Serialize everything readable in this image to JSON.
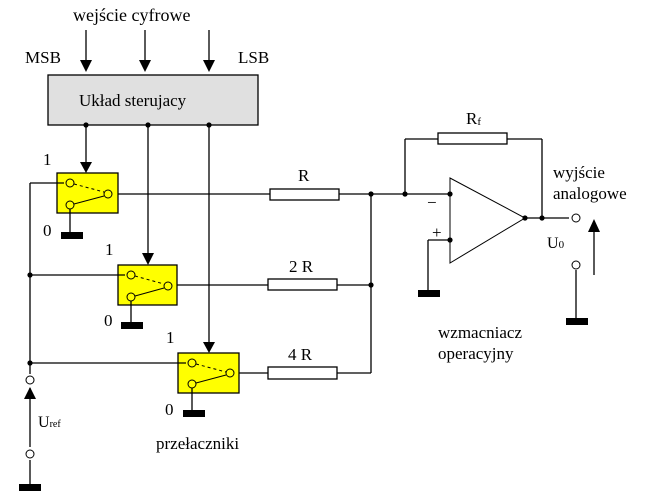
{
  "labels": {
    "digital_input": "wejście cyfrowe",
    "msb": "MSB",
    "lsb": "LSB",
    "control_unit": "Układ sterujacy",
    "r1": "R",
    "r2": "2 R",
    "r3": "4 R",
    "rf_main": "R",
    "rf_sub": "f",
    "analog_out_1": "wyjście",
    "analog_out_2": "analogowe",
    "u0_main": "U",
    "u0_sub": "0",
    "opamp_1": "wzmacniacz",
    "opamp_2": "operacyjny",
    "uref_main": "U",
    "uref_sub": "ref",
    "switches": "przełaczniki",
    "minus": "−",
    "plus": "+",
    "sw1_one": "1",
    "sw1_zero": "0",
    "sw2_one": "1",
    "sw2_zero": "0",
    "sw3_one": "1",
    "sw3_zero": "0"
  },
  "colors": {
    "switch_fill": "#ffff00",
    "control_fill": "#e0e0e0",
    "ink": "#000000"
  }
}
